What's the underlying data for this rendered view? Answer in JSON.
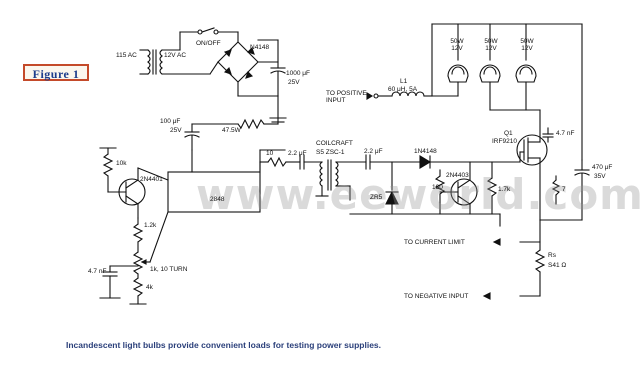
{
  "figure": {
    "label": "Figure 1"
  },
  "caption": "Incandescent light bulbs provide convenient loads for testing power supplies.",
  "watermark": "www.eeworld.com.cn",
  "labels": {
    "vac_in": "115 AC",
    "vac_out": "12V AC",
    "switch": "ON/OFF",
    "bridge": "N4148",
    "cap_1000": "1000 μF",
    "cap_1000_v": "25V",
    "cap_100": "100 μF",
    "cap_100_v": "25V",
    "res_47": "47.5W",
    "res_10k": "10k",
    "q_2n4401": "2N4401",
    "ic_2848": "2848",
    "res_12k": "1.2k",
    "pot_1k": "1k, 10 TURN",
    "cap_47n": "4.7 nF",
    "res_4k": "4k",
    "res_10": "10",
    "cap_22u": "2.2 μF",
    "xfmr_coilcraft": "COILCRAFT",
    "xfmr_part": "S5 ZSC-1",
    "cap_22u_b": "2.2 μF",
    "diode_1n4148": "1N4148",
    "zener": "ZR5",
    "q_2n4403": "2N4403",
    "res_180": "180",
    "res_17k": "1.7k",
    "mosfet": "IRF9210",
    "mosfet_ref": "Q1",
    "cap_47nf": "4.7 nF",
    "res_7": "7",
    "cap_470": "470 μF",
    "cap_470_v": "35V",
    "rs": "Rs",
    "rs_val": "S41 Ω",
    "l1": "L1",
    "l1_val": "60 μH, 5A",
    "pos_input": "TO POSITIVE INPUT",
    "to_current_limit": "TO CURRENT LIMIT",
    "to_negative_input": "TO NEGATIVE INPUT",
    "bulb1": "50W 12V",
    "bulb2": "50W 12V",
    "bulb3": "50W 12V"
  }
}
